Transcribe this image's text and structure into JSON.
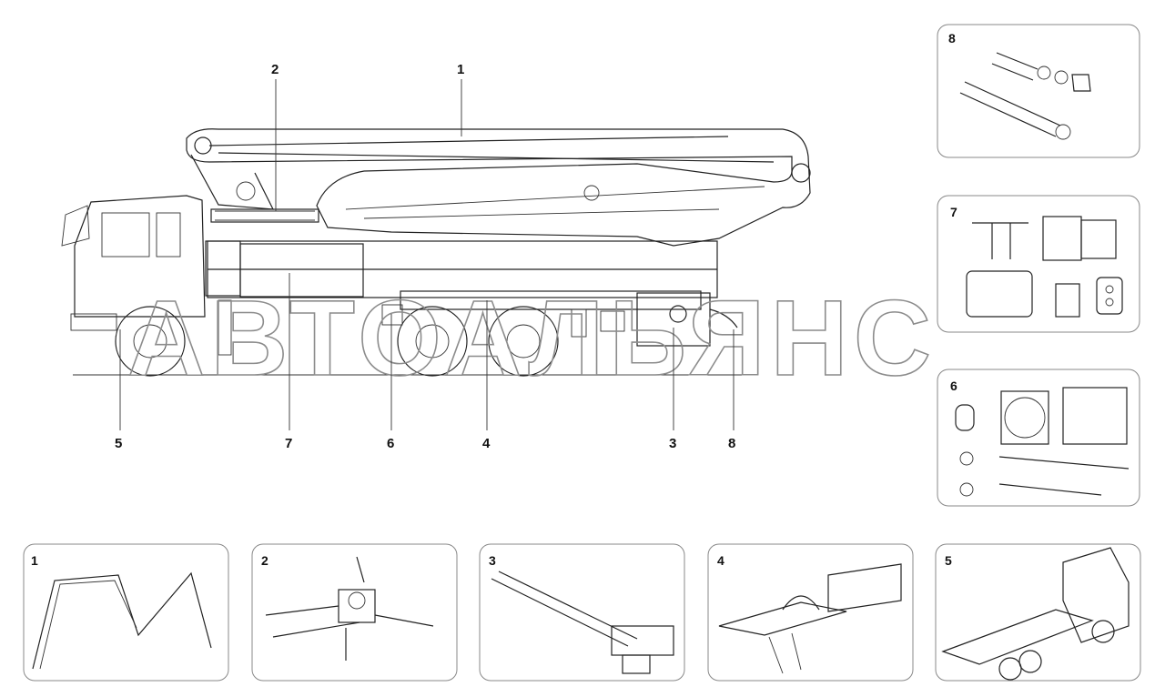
{
  "main_callouts": [
    {
      "label": "1"
    },
    {
      "label": "2"
    },
    {
      "label": "5"
    },
    {
      "label": "7"
    },
    {
      "label": "6"
    },
    {
      "label": "4"
    },
    {
      "label": "3"
    },
    {
      "label": "8"
    }
  ],
  "watermark": "АВТОАЛЬЯНС",
  "side_panels": [
    {
      "label": "8"
    },
    {
      "label": "7"
    },
    {
      "label": "6"
    }
  ],
  "bottom_panels": [
    {
      "label": "1"
    },
    {
      "label": "2"
    },
    {
      "label": "3"
    },
    {
      "label": "4"
    },
    {
      "label": "5"
    }
  ]
}
